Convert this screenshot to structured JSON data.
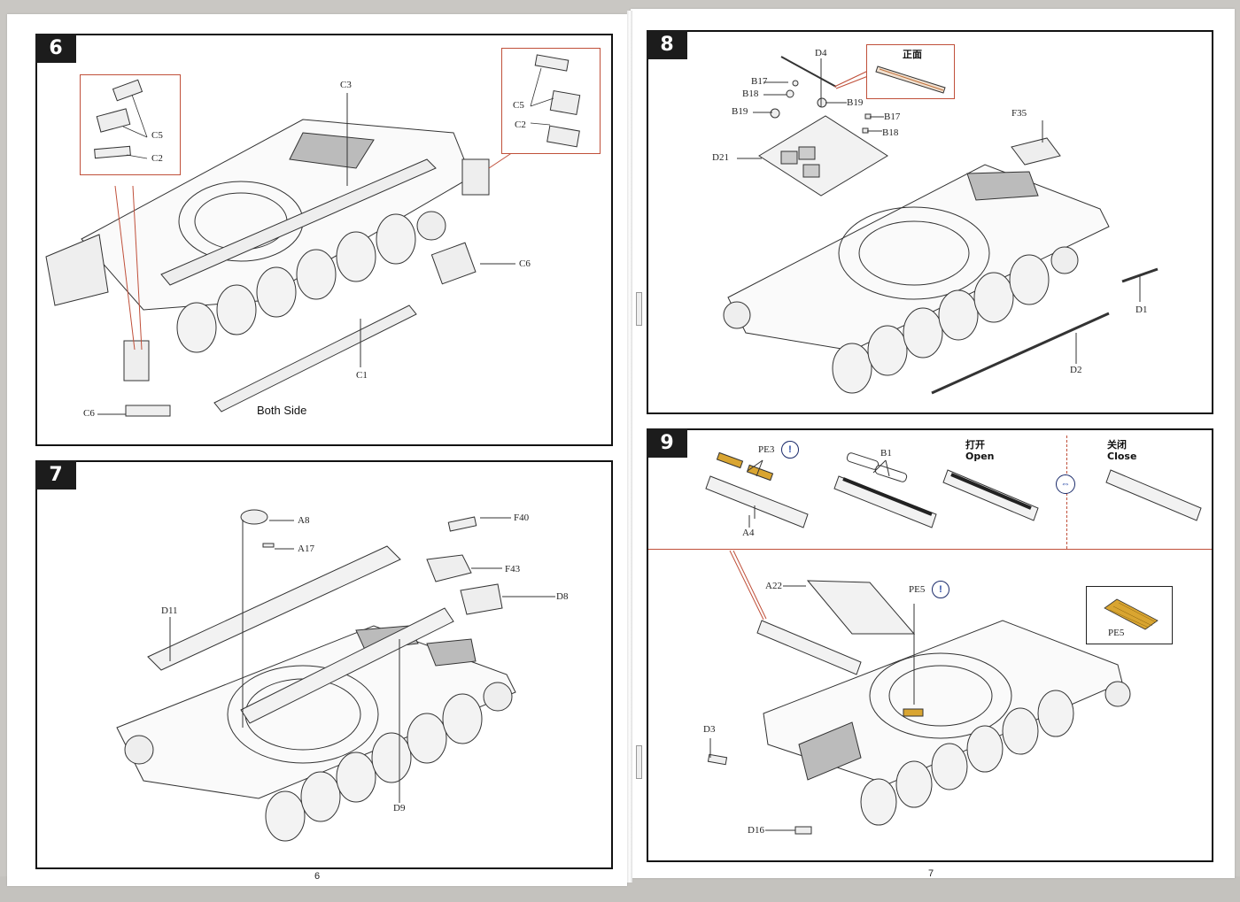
{
  "document": {
    "type": "model-kit-instruction-booklet",
    "pages": [
      {
        "number": "6",
        "side": "left"
      },
      {
        "number": "7",
        "side": "right"
      }
    ]
  },
  "steps": {
    "step6": {
      "number": "6",
      "note": "Both Side",
      "labels": {
        "c3": "C3",
        "c1": "C1",
        "c6_right": "C6",
        "c6_left": "C6",
        "inset_left_c5": "C5",
        "inset_left_c2": "C2",
        "inset_right_c5": "C5",
        "inset_right_c2": "C2"
      }
    },
    "step7": {
      "number": "7",
      "labels": {
        "a8": "A8",
        "a17": "A17",
        "f40": "F40",
        "f43": "F43",
        "d8": "D8",
        "d11": "D11",
        "d9": "D9"
      }
    },
    "step8": {
      "number": "8",
      "inset_caption": "正面",
      "labels": {
        "d4": "D4",
        "b17_left": "B17",
        "b18_left": "B18",
        "b19_left": "B19",
        "b19_right": "B19",
        "b17_right": "B17",
        "b18_right": "B18",
        "d21": "D21",
        "f35": "F35",
        "d1": "D1",
        "d2": "D2"
      }
    },
    "step9": {
      "number": "9",
      "labels": {
        "pe3": "PE3",
        "a4": "A4",
        "b1": "B1",
        "a22": "A22",
        "pe5": "PE5",
        "pe5_inset": "PE5",
        "d3": "D3",
        "d16": "D16"
      },
      "open": {
        "cn": "打开",
        "en": "Open"
      },
      "close": {
        "cn": "关闭",
        "en": "Close"
      },
      "icons": {
        "photo_etch": "photo-etch-tool-icon",
        "toggle": "open-close-arrow-icon"
      }
    }
  },
  "colors": {
    "step_badge": "#1c1c1c",
    "inset_border": "#c0503a",
    "photo_etch": "#d9a531",
    "page_bg": "#ffffff",
    "backdrop": "#c9c7c3"
  }
}
